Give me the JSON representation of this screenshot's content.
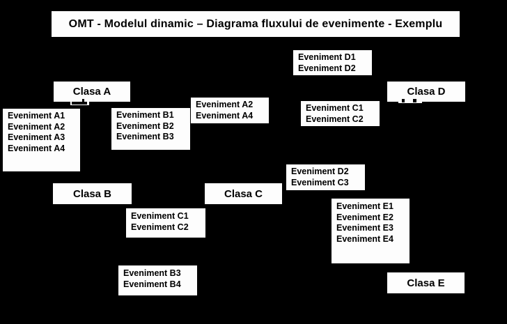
{
  "colors": {
    "background": "#000000",
    "box_background": "#fdfdfd",
    "box_text": "#000000"
  },
  "title": {
    "text": "OMT - Modelul dinamic – Diagrama fluxului de evenimente - Exemplu"
  },
  "class_boxes": [
    {
      "id": "clasa-a",
      "label": "Clasa A"
    },
    {
      "id": "clasa-b",
      "label": "Clasa B"
    },
    {
      "id": "clasa-c",
      "label": "Clasa C"
    },
    {
      "id": "clasa-d",
      "label": "Clasa D"
    },
    {
      "id": "clasa-e",
      "label": "Clasa E"
    }
  ],
  "event_boxes": [
    {
      "id": "events-d1-d2",
      "lines": [
        "Eveniment D1",
        "Eveniment D2"
      ]
    },
    {
      "id": "events-a2-a4",
      "lines": [
        "Eveniment A2",
        "Eveniment A4"
      ]
    },
    {
      "id": "events-c1-c2-top",
      "lines": [
        "Eveniment C1",
        "Eveniment C2"
      ]
    },
    {
      "id": "events-a1-a4",
      "lines": [
        "Eveniment A1",
        "Eveniment A2",
        "Eveniment A3",
        "Eveniment A4"
      ]
    },
    {
      "id": "events-b1-b3",
      "lines": [
        "Eveniment B1",
        "Eveniment B2",
        "Eveniment B3"
      ]
    },
    {
      "id": "events-d2-c3",
      "lines": [
        "Eveniment D2",
        "Eveniment C3"
      ]
    },
    {
      "id": "events-c1-c2-bottom",
      "lines": [
        "Eveniment C1",
        "Eveniment C2"
      ]
    },
    {
      "id": "events-e1-e4",
      "lines": [
        "Eveniment E1",
        "Eveniment E2",
        "Eveniment E3",
        "Eveniment E4"
      ]
    },
    {
      "id": "events-b3-b4",
      "lines": [
        "Eveniment B3",
        "Eveniment B4"
      ]
    }
  ]
}
